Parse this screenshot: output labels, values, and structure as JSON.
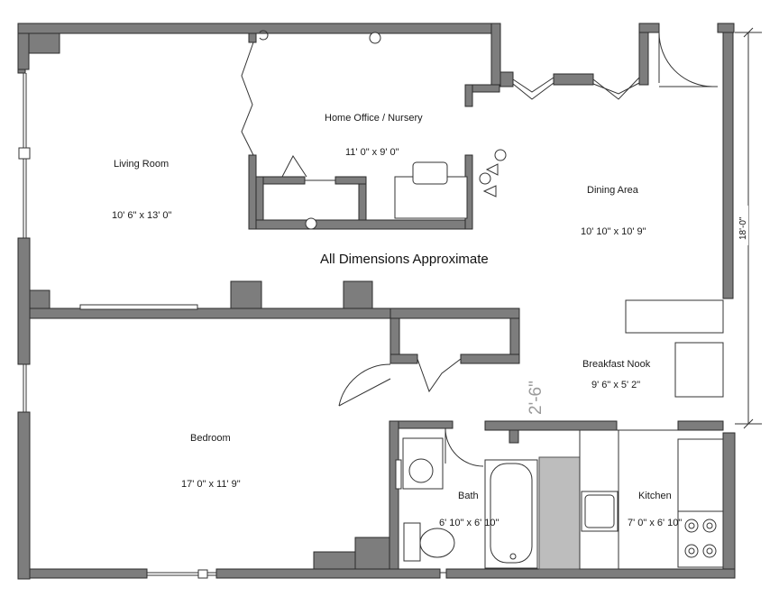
{
  "plan": {
    "note": "All Dimensions Approximate",
    "rooms": {
      "living_room": {
        "name": "Living Room",
        "size": "10' 6\" x 13' 0\""
      },
      "office": {
        "name": "Home Office / Nursery",
        "size": "11' 0\" x 9' 0\""
      },
      "dining": {
        "name": "Dining Area",
        "size": "10' 10\" x 10' 9\""
      },
      "nook": {
        "name": "Breakfast Nook",
        "size": "9' 6\" x 5' 2\""
      },
      "bedroom": {
        "name": "Bedroom",
        "size": "17' 0\" x 11' 9\""
      },
      "bath": {
        "name": "Bath",
        "size": "6' 10\" x 6' 10\""
      },
      "kitchen": {
        "name": "Kitchen",
        "size": "7' 0\" x 6' 10\""
      }
    },
    "dimensions": {
      "overall_right": "18'-0\"",
      "door_width": "2'-6\""
    }
  }
}
